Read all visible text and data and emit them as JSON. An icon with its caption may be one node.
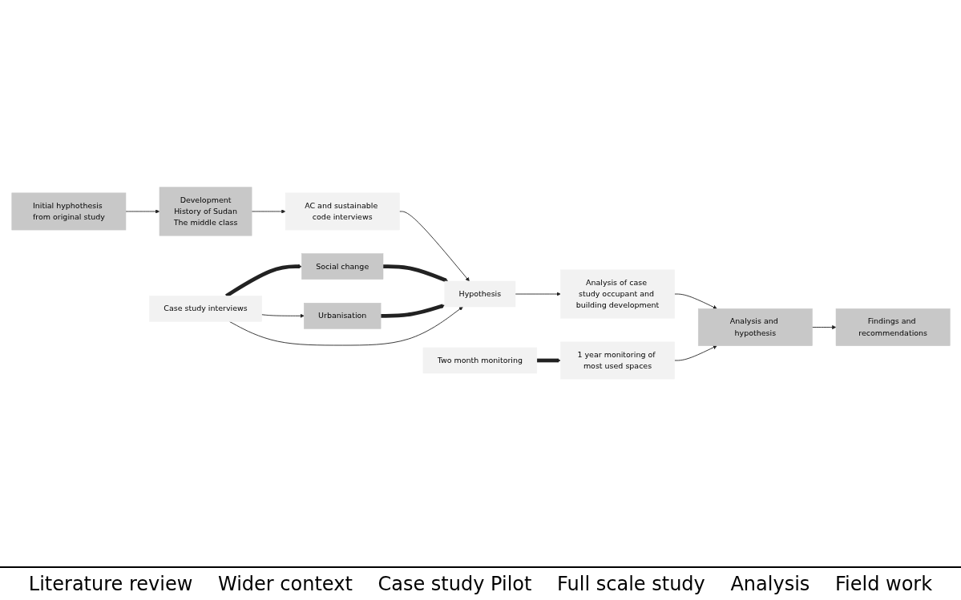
{
  "diagram": {
    "nodes": [
      {
        "text": [
          "Initial hyphothesis from original study"
        ]
      },
      {
        "text": [
          "Development",
          "History of Sudan",
          "The middle class"
        ]
      },
      {
        "text": [
          "AC and sustainable code interviews"
        ]
      },
      {
        "text": [
          "Social change"
        ]
      },
      {
        "text": [
          "Urbanisation"
        ]
      },
      {
        "text": [
          "Case study interviews"
        ]
      },
      {
        "text": [
          "Hypothesis"
        ]
      },
      {
        "text": [
          "Analysis of case study occupant and building development"
        ]
      },
      {
        "text": [
          "Two month monitoring"
        ]
      },
      {
        "text": [
          "1 year monitoring of most used spaces"
        ]
      },
      {
        "text": [
          "Analysis and hypothesis"
        ]
      },
      {
        "text": [
          "Findings and recommendations"
        ]
      }
    ],
    "edges": [
      {
        "from": 0,
        "to": 1,
        "arrow": "to"
      },
      {
        "from": 1,
        "to": 2,
        "arrow": "to"
      },
      {
        "from": 2,
        "to": 6,
        "arrow": "to"
      },
      {
        "from": 3,
        "to": 6,
        "arrow": "to",
        "style": "thick"
      },
      {
        "from": 4,
        "to": 6,
        "arrow": "to",
        "style": "thick"
      },
      {
        "from": 5,
        "to": 3,
        "arrow": "to",
        "style": "thick"
      },
      {
        "from": 5,
        "to": 4,
        "arrow": "to"
      },
      {
        "from": 5,
        "to": 6,
        "arrow": "to"
      },
      {
        "from": 6,
        "to": 7,
        "arrow": "to"
      },
      {
        "from": 7,
        "to": 10,
        "arrow": "to"
      },
      {
        "from": 8,
        "to": 9,
        "arrow": "to",
        "style": "thick"
      },
      {
        "from": 9,
        "to": 10,
        "arrow": "to"
      },
      {
        "from": 10,
        "to": 11,
        "arrow": "to"
      }
    ],
    "labels": [
      "Literature review",
      "Wider context",
      "Case study Pilot",
      "Full scale study",
      "Analysis",
      "Field work"
    ]
  }
}
